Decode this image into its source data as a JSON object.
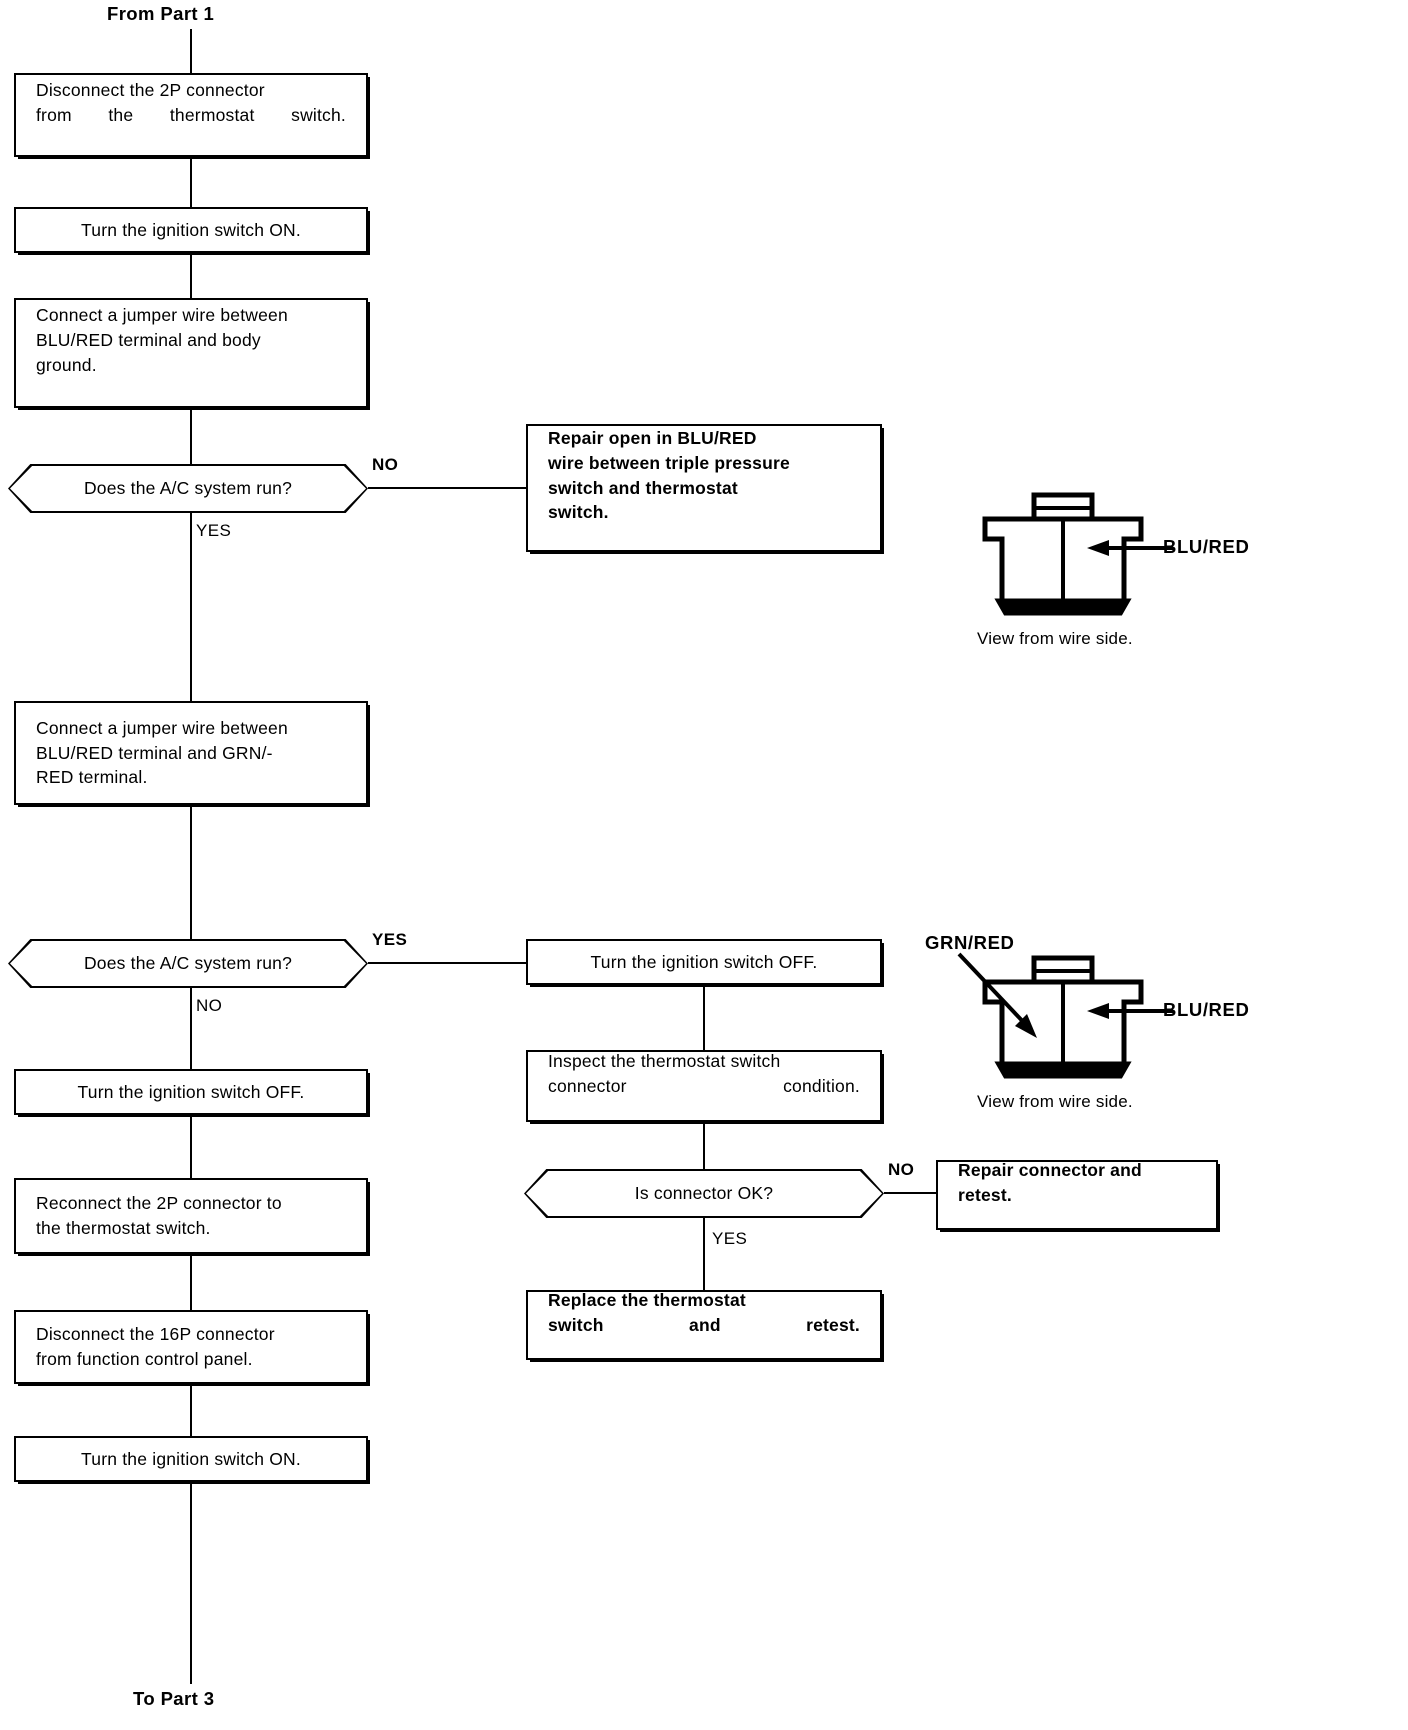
{
  "diagram": {
    "title_top": "From Part 1",
    "title_bottom": "To Part 3",
    "type": "troubleshooting-flowchart"
  },
  "left_column": {
    "step1": "Disconnect  the  2P  connector\nfrom the thermostat switch.",
    "step2": "Turn the ignition switch ON.",
    "step3": "Connect a jumper wire between\nBLU/RED  terminal  and  body\nground.",
    "decision1": "Does the A/C system run?",
    "decision1_no": "NO",
    "decision1_yes": "YES",
    "step4": "Connect a jumper wire between\nBLU/RED terminal and GRN/-\nRED terminal.",
    "decision2": "Does the A/C system run?",
    "decision2_yes": "YES",
    "decision2_no": "NO",
    "step5": "Turn the ignition switch OFF.",
    "step6": "Reconnect the 2P connector to\nthe thermostat switch.",
    "step7": "Disconnect the 16P connector\nfrom function control panel.",
    "step8": "Turn the ignition switch ON."
  },
  "middle_column": {
    "repair_open": "Repair  open  in  BLU/RED\nwire between triple pressure\nswitch      and      thermostat\nswitch.",
    "step_off": "Turn the ignition switch OFF.",
    "step_inspect": "Inspect  the  thermostat  switch\nconnector condition.",
    "decision_connector": "Is connector OK?",
    "decision_connector_no": "NO",
    "decision_connector_yes": "YES",
    "step_replace": "Replace      the      thermostat\nswitch and retest."
  },
  "right_column": {
    "repair_connector": "Repair  connector  and\nretest."
  },
  "connector_top": {
    "label_blu_red": "BLU/RED",
    "caption": "View from wire side."
  },
  "connector_bottom": {
    "label_grn_red": "GRN/RED",
    "label_blu_red": "BLU/RED",
    "caption": "View from wire side."
  },
  "colors": {
    "ink": "#000000",
    "paper": "#ffffff"
  }
}
